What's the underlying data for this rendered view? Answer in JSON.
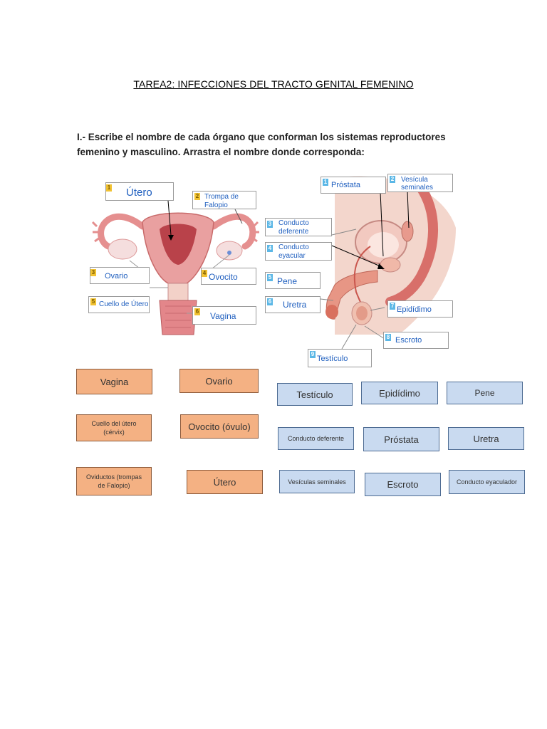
{
  "document": {
    "title": "TAREA2: INFECCIONES DEL TRACTO GENITAL FEMENINO",
    "instructions": "I.- Escribe el nombre de cada órgano que conforman los sistemas reproductores femenino y masculino. Arrastra el nombre donde corresponda:"
  },
  "female_labels": [
    {
      "number": "1",
      "text": "Útero"
    },
    {
      "number": "2",
      "text": "Trompa de Falopio"
    },
    {
      "number": "3",
      "text": "Ovario"
    },
    {
      "number": "4",
      "text": "Ovocito"
    },
    {
      "number": "5",
      "text": "Cuello de Útero"
    },
    {
      "number": "6",
      "text": "Vagina"
    }
  ],
  "male_labels": [
    {
      "number": "1",
      "text": "Próstata"
    },
    {
      "number": "2",
      "text": "Vesícula seminales"
    },
    {
      "number": "3",
      "text": "Conducto deferente"
    },
    {
      "number": "4",
      "text": "Conducto eyacular"
    },
    {
      "number": "5",
      "text": "Pene"
    },
    {
      "number": "6",
      "text": "Uretra"
    },
    {
      "number": "7",
      "text": "Epidídimo"
    },
    {
      "number": "8",
      "text": "Escroto"
    },
    {
      "number": "9",
      "text": "Testículo"
    }
  ],
  "female_tiles": [
    "Vagina",
    "Ovario",
    "Cuello del útero (cérvix)",
    "Ovocito (óvulo)",
    "Oviductos (trompas de Falopio)",
    "Útero"
  ],
  "male_tiles": [
    "Testículo",
    "Epidídimo",
    "Pene",
    "Conducto deferente",
    "Próstata",
    "Uretra",
    "Vesículas seminales",
    "Escroto",
    "Conducto eyaculador"
  ],
  "colors": {
    "label_text": "#1f5fbf",
    "female_tile": "#f4b183",
    "male_tile": "#c9daf0",
    "badge_female": "#f1c232",
    "badge_male": "#5bb7e6"
  }
}
